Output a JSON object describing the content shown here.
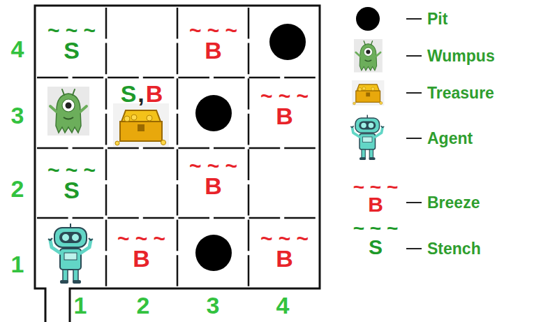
{
  "diagram": {
    "nodes": [
      {
        "text": [
          "~ ~ ~",
          "S"
        ]
      },
      {
        "text": [
          "~ ~ ~",
          "B"
        ]
      },
      {
        "text": [
          "S",
          ",",
          "B"
        ]
      },
      {
        "text": [
          "~ ~ ~",
          "B"
        ]
      },
      {
        "text": [
          "~ ~ ~",
          "S"
        ]
      },
      {
        "text": [
          "~ ~ ~",
          "B"
        ]
      },
      {
        "text": [
          "~ ~ ~",
          "B"
        ]
      },
      {
        "text": [
          "~ ~ ~",
          "B"
        ]
      }
    ],
    "labels": [
      "4",
      "3",
      "2",
      "1",
      "1",
      "2",
      "3",
      "4",
      "~ ~ ~",
      "B",
      "~ ~ ~",
      "S"
    ],
    "legend": [
      {
        "text": "Pit"
      },
      {
        "text": "Wumpus"
      },
      {
        "text": "Treasure"
      },
      {
        "text": "Agent"
      },
      {
        "text": "Breeze"
      },
      {
        "text": "Stench"
      }
    ]
  }
}
